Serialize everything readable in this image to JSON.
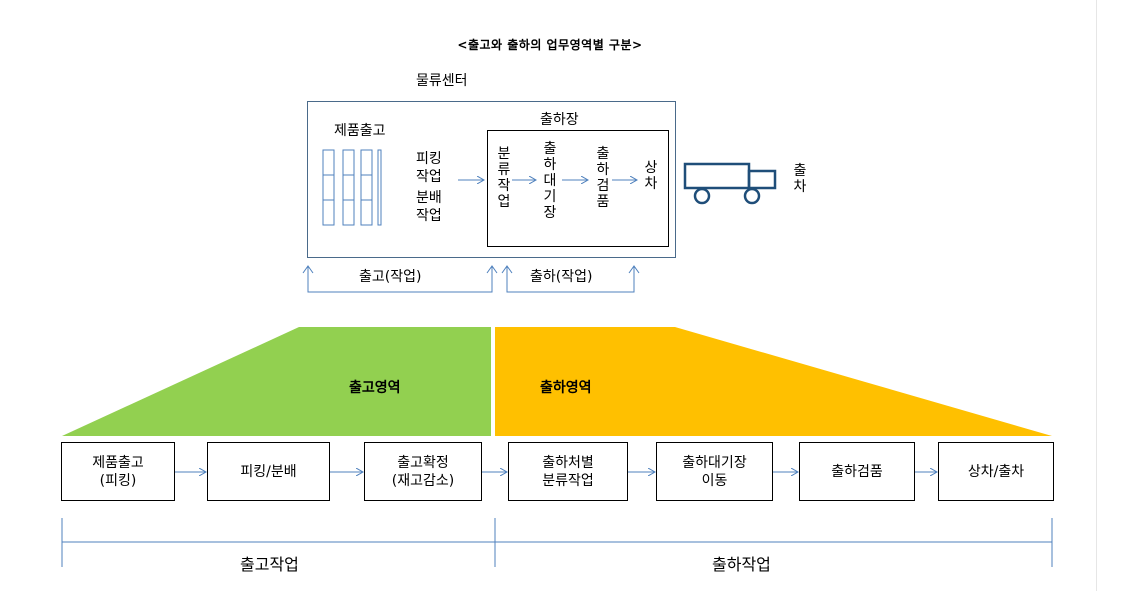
{
  "title": "<출고와 출하의 업무영역별 구분>",
  "logistics_center": {
    "label": "물류센터",
    "product_out_label": "제품출고",
    "picking_line1": "피킹",
    "picking_line2": "작업",
    "distribution_line1": "분배",
    "distribution_line2": "작업",
    "shipping_dock": {
      "label": "출하장",
      "columns": [
        {
          "chars": [
            "분",
            "류",
            "작",
            "업"
          ]
        },
        {
          "chars": [
            "출",
            "하",
            "대",
            "기",
            "장"
          ]
        },
        {
          "chars": [
            "출",
            "하",
            "검",
            "품"
          ]
        },
        {
          "chars": [
            "상",
            "차"
          ]
        }
      ]
    },
    "departure_chars": [
      "출",
      "차"
    ]
  },
  "bracket_labels": {
    "outbound_work": "출고(작업)",
    "shipping_work": "출하(작업)"
  },
  "zones": {
    "outbound": {
      "label": "출고영역",
      "color": "#92D050"
    },
    "shipping": {
      "label": "출하영역",
      "color": "#FFC000"
    }
  },
  "process_steps": [
    {
      "label": "제품출고\n(피킹)"
    },
    {
      "label": "피킹/분배"
    },
    {
      "label": "출고확정\n(재고감소)"
    },
    {
      "label": "출하처별\n분류작업"
    },
    {
      "label": "출하대기장\n이동"
    },
    {
      "label": "출하검품"
    },
    {
      "label": "상차/출차"
    }
  ],
  "bottom_labels": {
    "outbound_work": "출고작업",
    "shipping_work": "출하작업"
  },
  "colors": {
    "line": "#4F81BD",
    "box_border": "#4a6a8a",
    "truck": "#1F4E79"
  }
}
